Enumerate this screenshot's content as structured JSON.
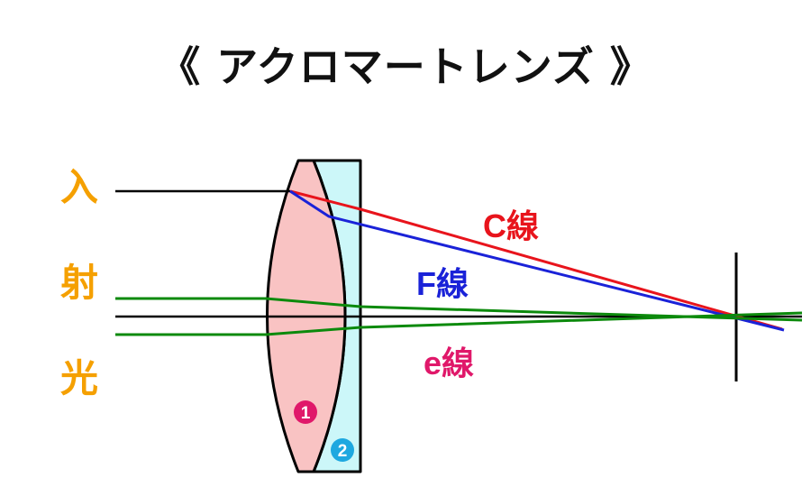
{
  "title": "《 アクロマートレンズ 》",
  "incident_label": [
    "入",
    "射",
    "光"
  ],
  "rays": {
    "c_line": "C線",
    "f_line": "F線",
    "e_line": "e線"
  },
  "lens_numbers": {
    "first": "1",
    "second": "2"
  },
  "colors": {
    "label_orange": "#f5a000",
    "c_line": "#e8141c",
    "f_line": "#1a22d8",
    "e_label": "#e0186a",
    "e_ray": "#0c8a0c",
    "lens1_fill": "#f9c3c3",
    "lens2_fill": "#ccf7f9",
    "badge1": "#e0186a",
    "badge2": "#1ea8e0"
  }
}
